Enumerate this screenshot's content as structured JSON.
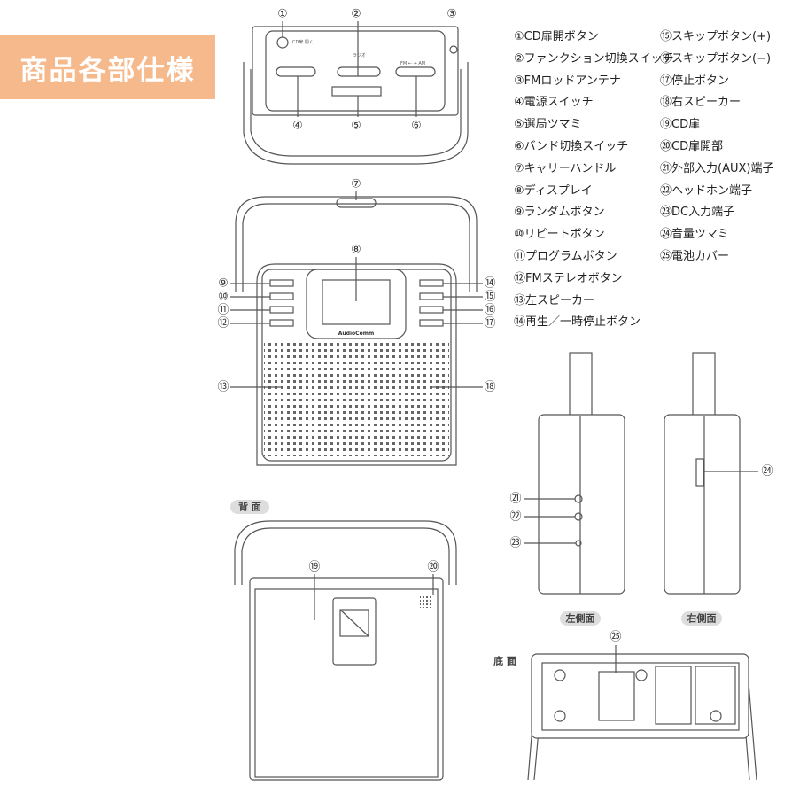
{
  "title": "商品各部仕様",
  "legend": {
    "col1": [
      "①CD扉開ボタン",
      "②ファンクション切換スイッチ",
      "③FMロッドアンテナ",
      "④電源スイッチ",
      "⑤選局ツマミ",
      "⑥バンド切換スイッチ",
      "⑦キャリーハンドル",
      "⑧ディスプレイ",
      "⑨ランダムボタン",
      "⑩リピートボタン",
      "⑪プログラムボタン",
      "⑫FMステレオボタン",
      "⑬左スピーカー",
      "⑭再生／一時停止ボタン"
    ],
    "col2": [
      "⑮スキップボタン(+)",
      "⑯スキップボタン(−)",
      "⑰停止ボタン",
      "⑱右スピーカー",
      "⑲CD扉",
      "⑳CD扉開部",
      "㉑外部入力(AUX)端子",
      "㉒ヘッドホン端子",
      "㉓DC入力端子",
      "㉔音量ツマミ",
      "㉕電池カバー"
    ]
  },
  "callouts": {
    "c1": "①",
    "c2": "②",
    "c3": "③",
    "c4": "④",
    "c5": "⑤",
    "c6": "⑥",
    "c7": "⑦",
    "c8": "⑧",
    "c9": "⑨",
    "c10": "⑩",
    "c11": "⑪",
    "c12": "⑫",
    "c13": "⑬",
    "c14": "⑭",
    "c15": "⑮",
    "c16": "⑯",
    "c17": "⑰",
    "c18": "⑱",
    "c19": "⑲",
    "c20": "⑳",
    "c21": "㉑",
    "c22": "㉒",
    "c23": "㉓",
    "c24": "㉔",
    "c25": "㉕"
  },
  "views": {
    "back": "背 面",
    "bottom": "底 面",
    "left": "左側面",
    "right": "右側面"
  },
  "brand": "AudioComm",
  "top_panel": {
    "cd_open": "CD扉 開く",
    "band": "FM ← → AM",
    "radio": "ラジオ"
  }
}
